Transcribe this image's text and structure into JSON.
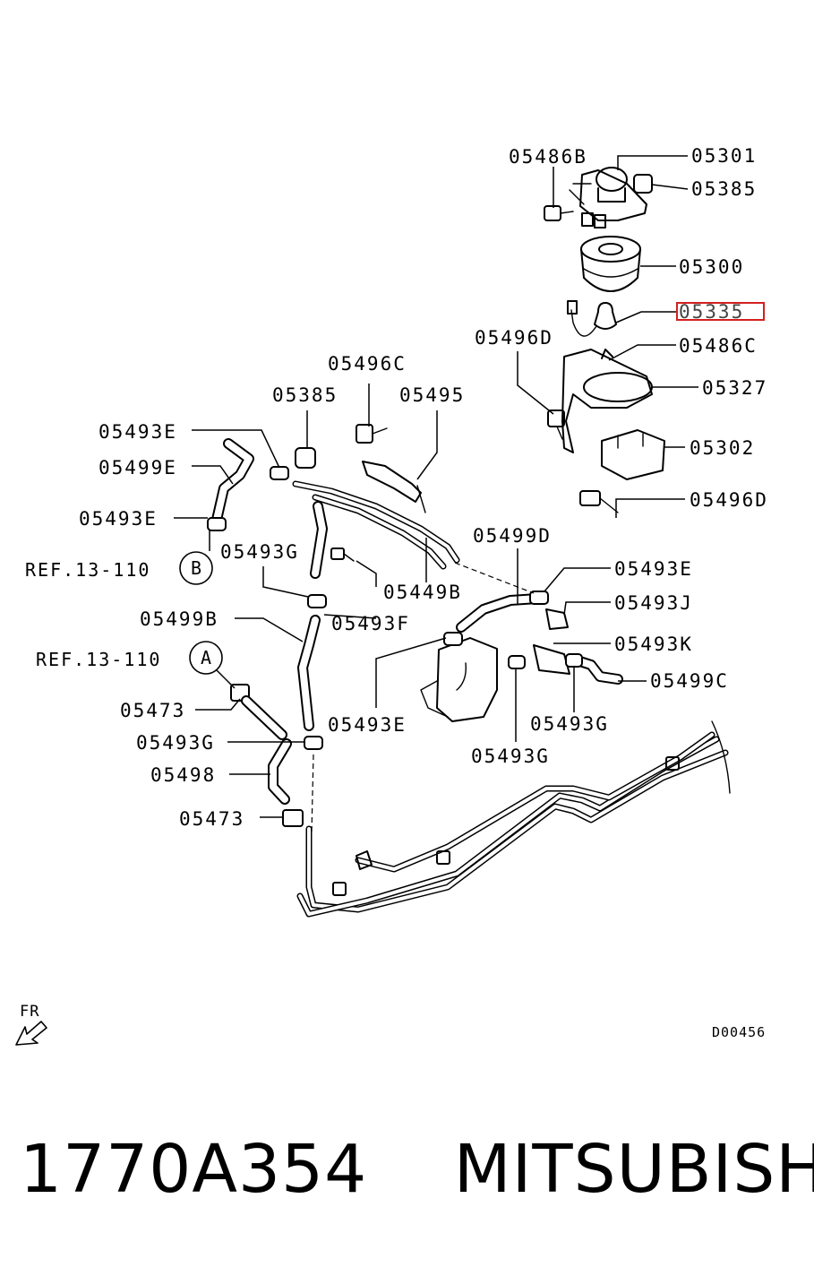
{
  "labels": {
    "p05486B": "05486B",
    "p05301": "05301",
    "p05385_top": "05385",
    "p05300": "05300",
    "p05335": "05335",
    "p05496D_top": "05496D",
    "p05486C": "05486C",
    "p05327": "05327",
    "p05302": "05302",
    "p05496D_bottom": "05496D",
    "p05496C": "05496C",
    "p05385_mid": "05385",
    "p05495": "05495",
    "p05493E_left": "05493E",
    "p05499E": "05499E",
    "p05493E_ref": "05493E",
    "p05493G_mid": "05493G",
    "p05449B": "05449B",
    "p05493F": "05493F",
    "p05499D": "05499D",
    "p05493E_right": "05493E",
    "p05493J": "05493J",
    "p05499B": "05499B",
    "p05493K": "05493K",
    "p05499C": "05499C",
    "p05473_a": "05473",
    "p05493G_left": "05493G",
    "p05493E_canister": "05493E",
    "p05493G_right": "05493G",
    "p05493G_canister": "05493G",
    "p05498": "05498",
    "p05473_b": "05473"
  },
  "refs": {
    "ref_b_text": "REF.13-110",
    "ref_b_circle": "B",
    "ref_a_text": "REF.13-110",
    "ref_a_circle": "A"
  },
  "direction_label": "FR",
  "diagram_code": "D00456",
  "highlight_color": "#d42020",
  "footer": {
    "part_number": "1770A354",
    "brand": "MITSUBISHI"
  }
}
